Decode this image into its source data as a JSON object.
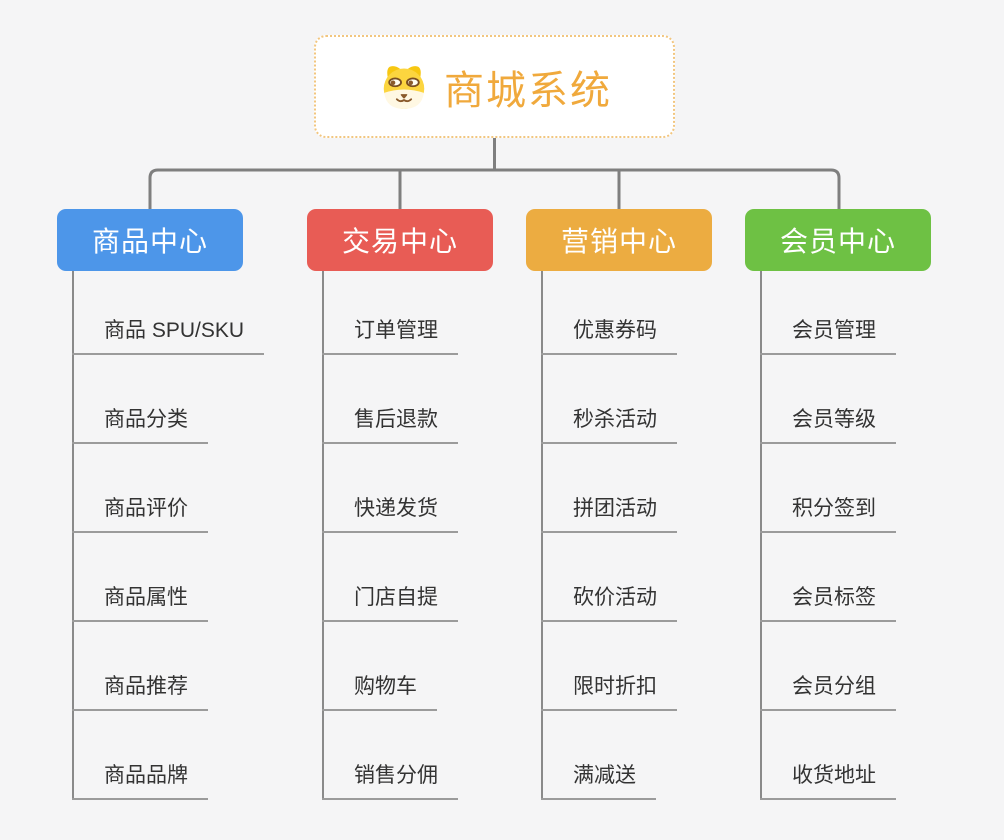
{
  "background": "#F5F5F6",
  "connector_color": "#808080",
  "underline_color": "#9B9B9B",
  "root": {
    "title": "商城系统",
    "icon": "doge-icon",
    "title_color": "#F0A93C",
    "border_color": "#F2C67F"
  },
  "branches": [
    {
      "label": "商品中心",
      "color": "#4D96E9",
      "items": [
        "商品 SPU/SKU",
        "商品分类",
        "商品评价",
        "商品属性",
        "商品推荐",
        "商品品牌"
      ]
    },
    {
      "label": "交易中心",
      "color": "#E85C55",
      "items": [
        "订单管理",
        "售后退款",
        "快递发货",
        "门店自提",
        "购物车",
        "销售分佣"
      ]
    },
    {
      "label": "营销中心",
      "color": "#ECAC41",
      "items": [
        "优惠券码",
        "秒杀活动",
        "拼团活动",
        "砍价活动",
        "限时折扣",
        "满减送"
      ]
    },
    {
      "label": "会员中心",
      "color": "#6EC144",
      "items": [
        "会员管理",
        "会员等级",
        "积分签到",
        "会员标签",
        "会员分组",
        "收货地址"
      ]
    }
  ]
}
